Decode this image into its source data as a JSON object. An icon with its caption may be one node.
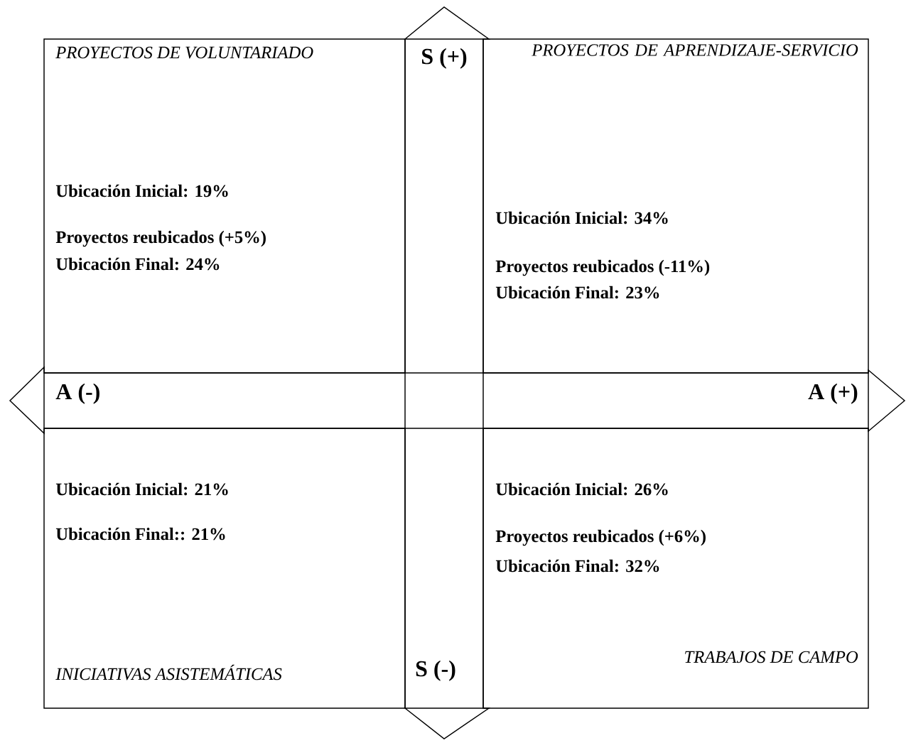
{
  "diagram": {
    "nodes": [
      {
        "text": [
          "PROYECTOS DE VOLUNTARIADO",
          "Ubicación Inicial: 19%",
          "Proyectos reubicados (+5%)",
          "Ubicación Final: 24%"
        ]
      },
      {
        "text": [
          "PROYECTOS DE APRENDIZAJE-SERVICIO",
          "Ubicación Inicial: 34%",
          "Proyectos reubicados (-11%)",
          "Ubicación Final: 23%"
        ]
      },
      {
        "text": [
          "Ubicación Inicial: 21%",
          "Ubicación Final:: 21%",
          "INICIATIVAS ASISTEMÁTICAS"
        ]
      },
      {
        "text": [
          "Ubicación Inicial: 26%",
          "Proyectos reubicados (+6%)",
          "Ubicación Final: 32%",
          "TRABAJOS DE CAMPO"
        ]
      }
    ],
    "labels": [
      "S (+)",
      "A (-)",
      "A (+)",
      "S (-)"
    ]
  }
}
